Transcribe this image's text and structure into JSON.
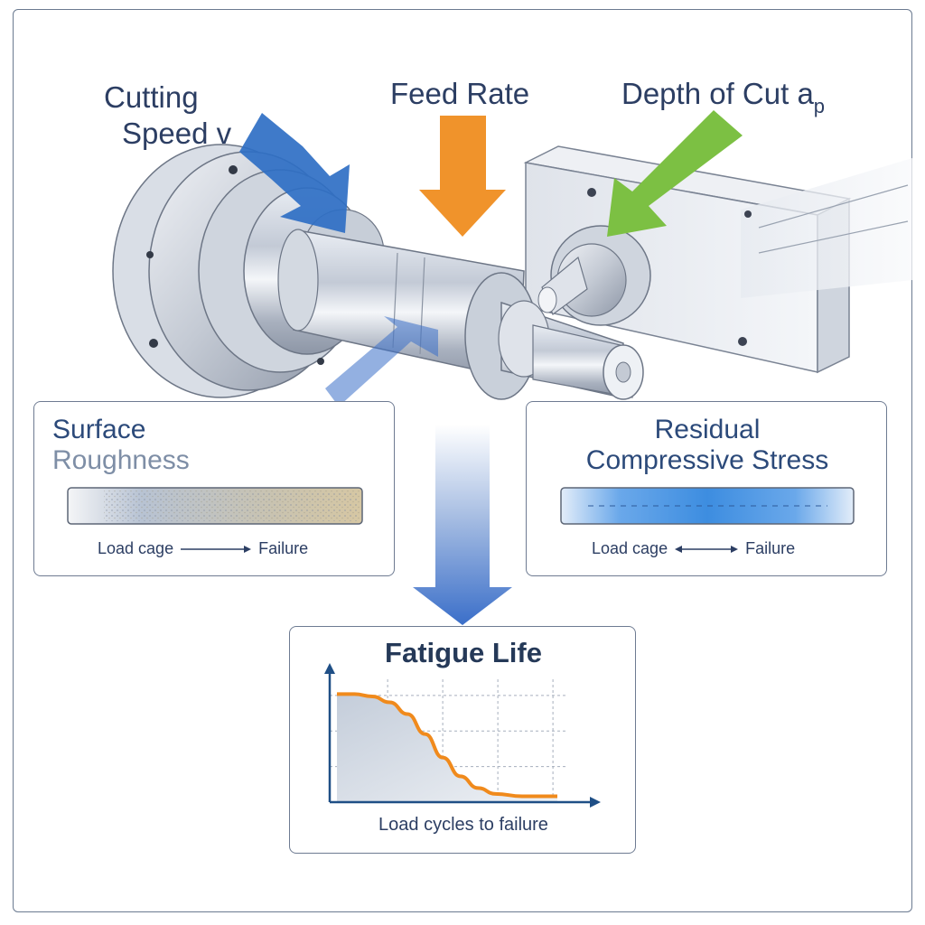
{
  "labels": {
    "cutting_speed_line1": "Cutting",
    "cutting_speed_line2": "Speed v",
    "feed_rate": "Feed Rate",
    "depth_of_cut_main": "Depth of Cut a",
    "depth_of_cut_sub": "p"
  },
  "surface_panel": {
    "title_line1": "Surface",
    "title_line2": "Roughness",
    "flow_left": "Load cage",
    "flow_right": "Failure"
  },
  "residual_panel": {
    "title_line1": "Residual",
    "title_line2": "Compressive Stress",
    "flow_left": "Load cage",
    "flow_right": "Failure"
  },
  "fatigue_panel": {
    "title": "Fatigue Life",
    "xlabel": "Load cycles to failure"
  },
  "colors": {
    "cutting_arrow": "#2f6fc4",
    "feed_arrow": "#f0932b",
    "depth_arrow": "#7cc043",
    "flow_arrow": "#3b6fc9",
    "curve": "#f08a1c",
    "axis": "#1f4f86"
  },
  "chart_data": {
    "type": "line",
    "title": "Fatigue Life",
    "xlabel": "Load cycles to failure",
    "ylabel": "",
    "series": [
      {
        "values": [
          0.92,
          0.92,
          0.9,
          0.85,
          0.75,
          0.58,
          0.38,
          0.22,
          0.12,
          0.07,
          0.05,
          0.05
        ]
      }
    ],
    "x": [
      0,
      0.08,
      0.16,
      0.24,
      0.32,
      0.4,
      0.48,
      0.56,
      0.64,
      0.72,
      0.84,
      1.0
    ],
    "ylim": [
      0,
      1
    ],
    "xlim": [
      0,
      1
    ],
    "grid": true,
    "area_fill": true
  }
}
